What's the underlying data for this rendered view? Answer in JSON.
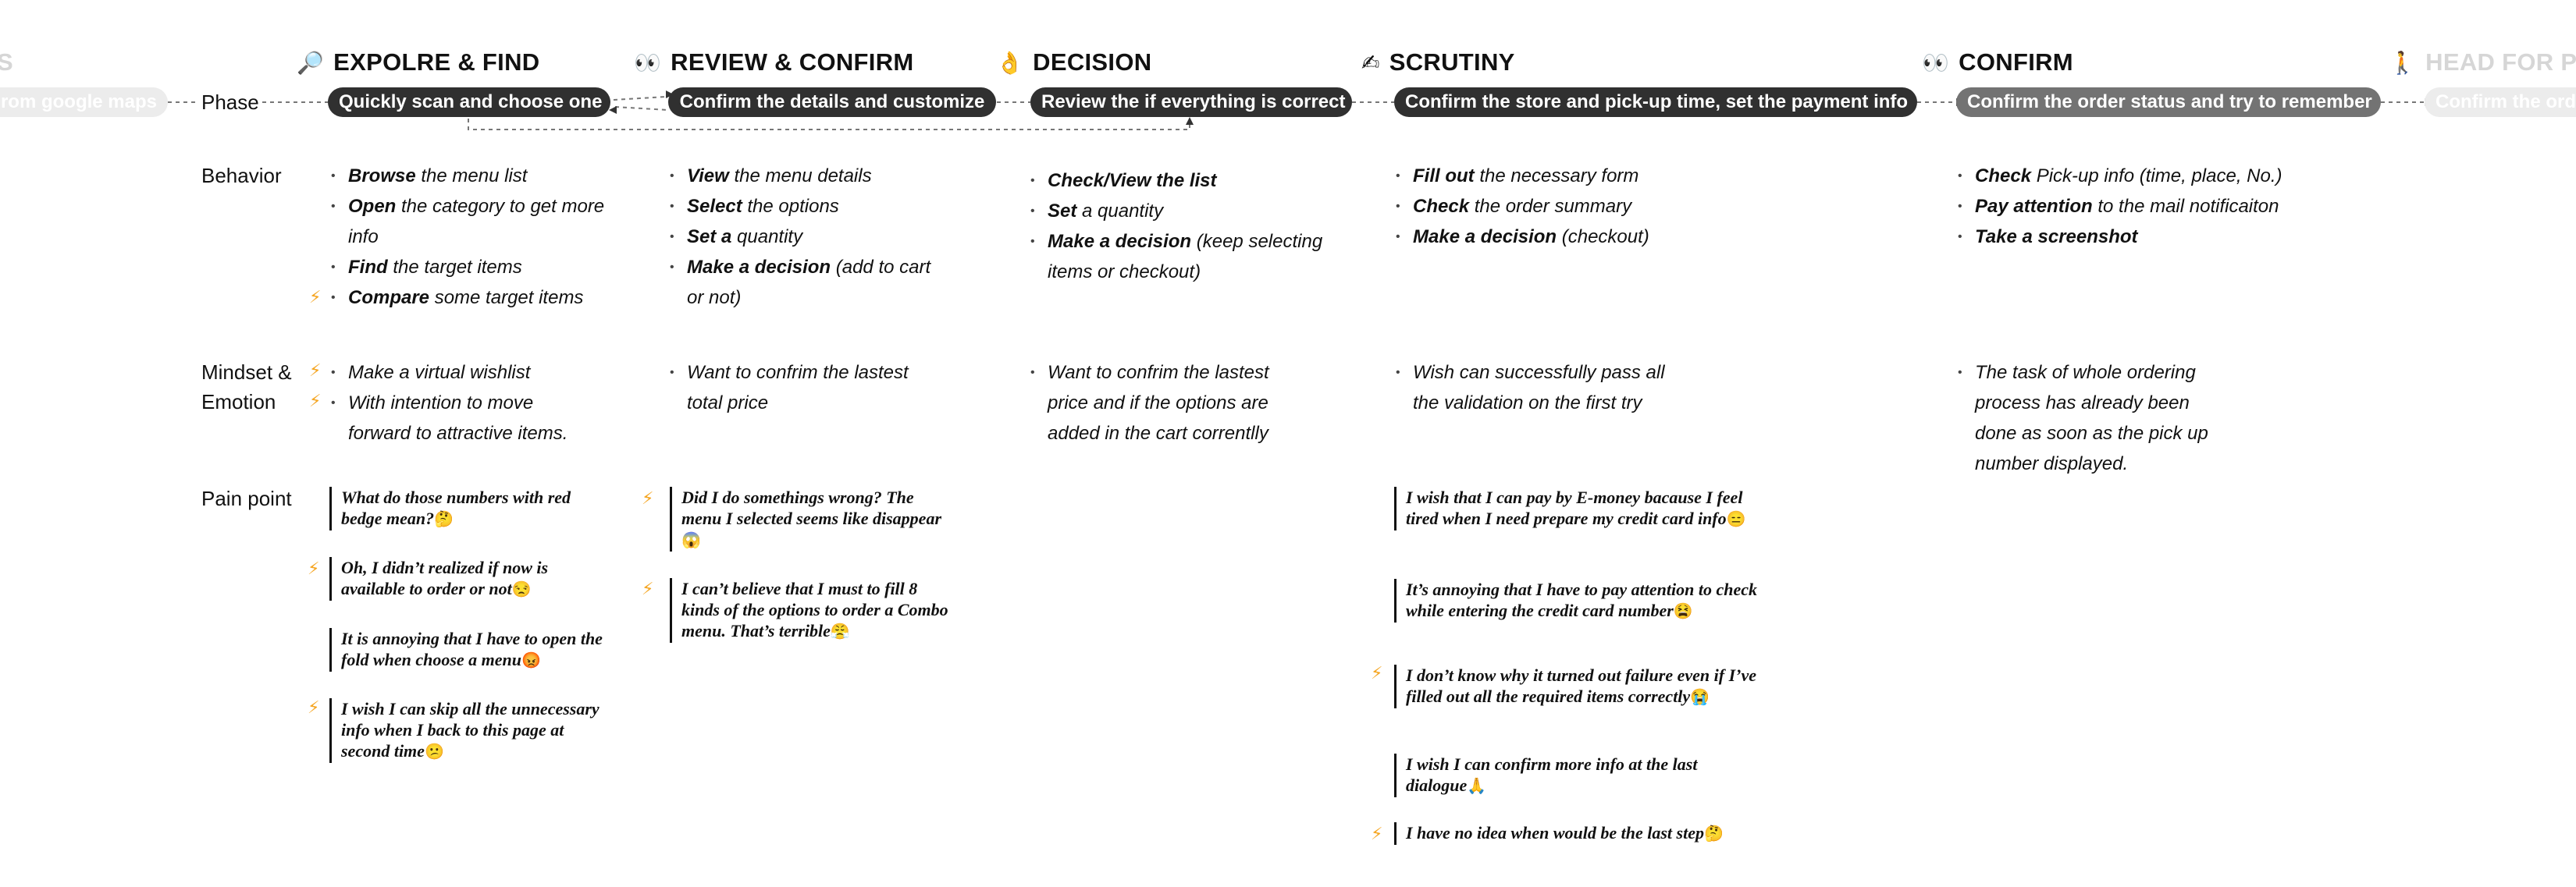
{
  "stages": [
    {
      "icon": "🔎",
      "icon_name": "magnifier-icon",
      "title": "EXPOLRE & FIND",
      "phase": "Quickly scan and choose one"
    },
    {
      "icon": "👀",
      "icon_name": "eyes-icon",
      "title": "REVIEW & CONFIRM",
      "phase": "Confirm the details and customize"
    },
    {
      "icon": "👌",
      "icon_name": "ok-hand-icon",
      "title": "DECISION",
      "phase": "Review the if everything is correct"
    },
    {
      "icon": "✍",
      "icon_name": "writing-hand-icon",
      "title": "SCRUTINY",
      "phase": "Confirm the store and pick-up time, set the payment info"
    },
    {
      "icon": "👀",
      "icon_name": "eyes-icon",
      "title": "CONFIRM",
      "phase": "Confirm the order status and try to remember"
    }
  ],
  "faded_left": {
    "title": "S",
    "phase": "rom google maps"
  },
  "faded_right": {
    "icon": "🚶",
    "title": "HEAD FOR PI",
    "phase": "Confirm the orde"
  },
  "row_labels": {
    "phase": "Phase",
    "behavior": "Behavior",
    "mindset_line1": "Mindset &",
    "mindset_line2": "Emotion",
    "pain": "Pain point"
  },
  "behavior": {
    "s1": [
      {
        "b": "Browse",
        "t": " the menu list"
      },
      {
        "b": "Open",
        "t": " the category to get more"
      },
      {
        "b": "",
        "t": "info",
        "cont": true
      },
      {
        "b": "Find",
        "t": " the target items"
      },
      {
        "b": "Compare",
        "t": " some target items"
      }
    ],
    "s2": [
      {
        "b": "View",
        "t": " the menu details"
      },
      {
        "b": "Select",
        "t": " the options"
      },
      {
        "b": "Set a",
        "t": " quantity"
      },
      {
        "b": "Make a decision",
        "t": " (add to cart"
      },
      {
        "b": "",
        "t": "or not)",
        "cont": true
      }
    ],
    "s3": [
      {
        "b": "Check/View the list",
        "t": ""
      },
      {
        "b": "Set",
        "t": " a quantity"
      },
      {
        "b": "Make a decision",
        "t": " (keep selecting"
      },
      {
        "b": "",
        "t": "items or checkout)",
        "cont": true
      }
    ],
    "s4": [
      {
        "b": "Fill out",
        "t": " the necessary form"
      },
      {
        "b": "Check",
        "t": " the order summary"
      },
      {
        "b": "Make a decision",
        "t": " (checkout)"
      }
    ],
    "s5": [
      {
        "b": "Check",
        "t": " Pick-up info (time, place, No.)"
      },
      {
        "b": "Pay attention",
        "t": " to the mail notificaiton"
      },
      {
        "b": "Take a screenshot",
        "t": ""
      }
    ]
  },
  "mindset": {
    "s1": [
      {
        "t": "Make a virtual wishlist"
      },
      {
        "t": "With intention to move"
      },
      {
        "t": "forward to attractive items.",
        "cont": true
      }
    ],
    "s2": [
      {
        "t": "Want to confrim the lastest"
      },
      {
        "t": "total price",
        "cont": true
      }
    ],
    "s3": [
      {
        "t": "Want to confrim the lastest"
      },
      {
        "t": "price and if the options are",
        "cont": true
      },
      {
        "t": "added in the cart correntlly",
        "cont": true
      }
    ],
    "s4": [
      {
        "t": "Wish can successfully pass all"
      },
      {
        "t": "the validation on the first try",
        "cont": true
      }
    ],
    "s5": [
      {
        "t": "The task of whole ordering"
      },
      {
        "t": "process has already been",
        "cont": true
      },
      {
        "t": "done as soon as the pick up",
        "cont": true
      },
      {
        "t": "number displayed.",
        "cont": true
      }
    ]
  },
  "pain": {
    "s1": [
      {
        "text": "What do those numbers with red bedge mean?",
        "emoji": "🤔"
      },
      {
        "text": "Oh, I didn’t realized if now is available to order or not",
        "emoji": "😒"
      },
      {
        "text": "It is annoying that I have to open the fold when choose a menu",
        "emoji": "😡"
      },
      {
        "text": "I wish I can skip all the unnecessary info when I back to this page at second time",
        "emoji": "😕"
      }
    ],
    "s2": [
      {
        "text": "Did I do somethings wrong? The menu I selected seems like disappear",
        "emoji": "😱"
      },
      {
        "text": "I can’t believe that I must to fill 8 kinds of the options to order a Combo menu. That’s terrible",
        "emoji": "😤"
      }
    ],
    "s4": [
      {
        "text": "I wish that I can pay by E-money bacause I feel tired when I need prepare my credit card info",
        "emoji": "😑"
      },
      {
        "text": "It’s annoying that I have to pay attention to check while entering the credit card number",
        "emoji": "😫"
      },
      {
        "text": "I don’t know why it turned out failure even if I’ve filled out all the required items correctly",
        "emoji": "😭"
      },
      {
        "text": "I wish I can confirm more info at the last dialogue",
        "emoji": "🙏"
      },
      {
        "text": "I have no idea when would be the last step",
        "emoji": "🤔"
      }
    ]
  },
  "bolt_icon": "⚡",
  "accent_color": "#f5a623",
  "pill_color": "#303030",
  "pill_color_last": "#737373"
}
